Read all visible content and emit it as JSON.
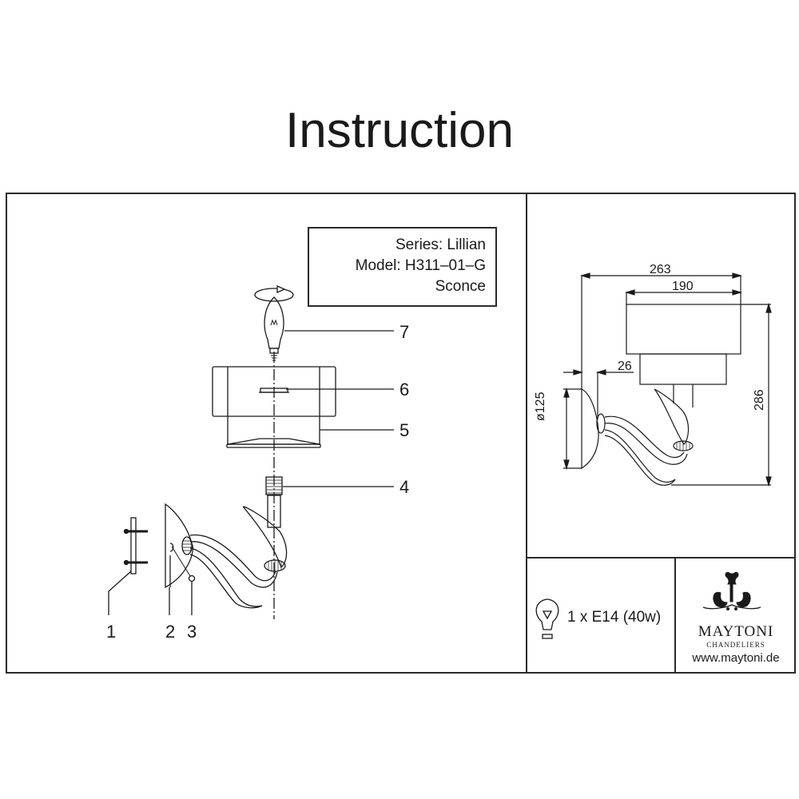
{
  "document": {
    "title": "Instruction"
  },
  "info": {
    "series": "Series: Lillian",
    "model": "Model: H311–01–G",
    "type": "Sconce"
  },
  "callouts": {
    "c1": "1",
    "c2": "2",
    "c3": "3",
    "c4": "4",
    "c5": "5",
    "c6": "6",
    "c7": "7"
  },
  "dimensions": {
    "overall_depth": "263",
    "shade_diameter": "190",
    "backplate_offset": "26",
    "backplate_diameter": "ø125",
    "overall_height": "286"
  },
  "spec": {
    "bulb": "1 x E14 (40w)",
    "icon": "light-bulb-icon"
  },
  "brand": {
    "name": "MAYTONI",
    "tagline": "CHANDELIERS",
    "url": "www.maytoni.de",
    "icon": "maytoni-ornament-logo"
  }
}
